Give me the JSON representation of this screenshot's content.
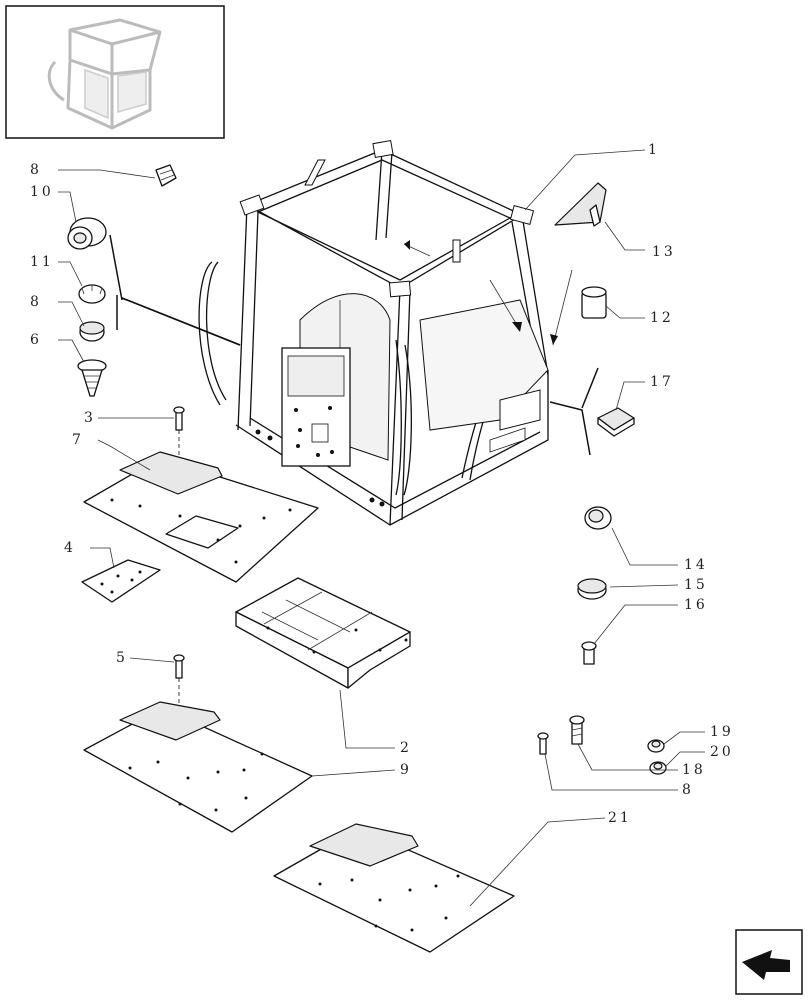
{
  "diagram": {
    "part_numbers": [
      "1",
      "2",
      "3",
      "4",
      "5",
      "6",
      "7",
      "8",
      "8",
      "8",
      "9",
      "10",
      "11",
      "12",
      "13",
      "14",
      "15",
      "16",
      "17",
      "18",
      "19",
      "20",
      "21"
    ]
  }
}
